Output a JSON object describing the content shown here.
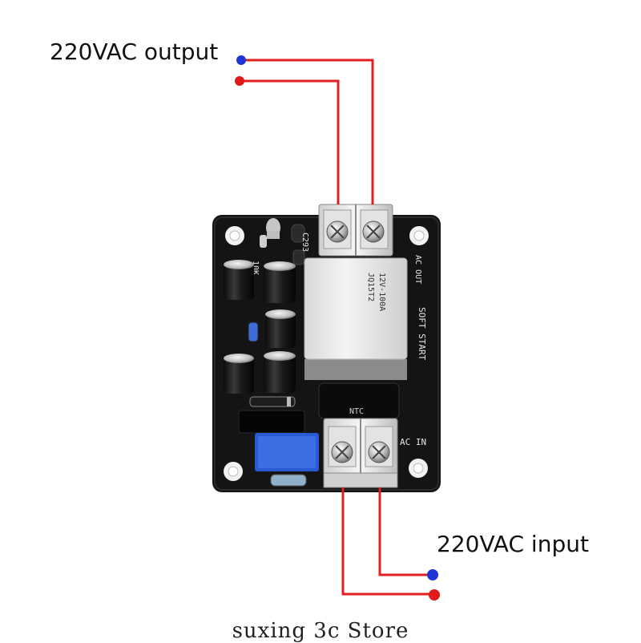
{
  "labels": {
    "output": "220VAC output",
    "input": "220VAC input"
  },
  "board_text": {
    "relay_model": "12V-100A",
    "relay_code": "JQ15T2",
    "soft_start": "SOFT START",
    "ac_in": "AC IN",
    "ntc": "NTC",
    "ac_out": "AC OUT",
    "cap_label": "C293",
    "resistor_label": "10K"
  },
  "watermark": "suxing 3c Store",
  "colors": {
    "wire": "#e02020",
    "dot_blue": "#1f35d6",
    "dot_red": "#e01a1a",
    "pcb": "#141414",
    "relay": "#e9e9e9",
    "potentiometer": "#2a5bd4"
  },
  "icons": [
    "terminal-screw-icon",
    "capacitor-icon",
    "relay-icon",
    "mounting-hole-icon"
  ]
}
